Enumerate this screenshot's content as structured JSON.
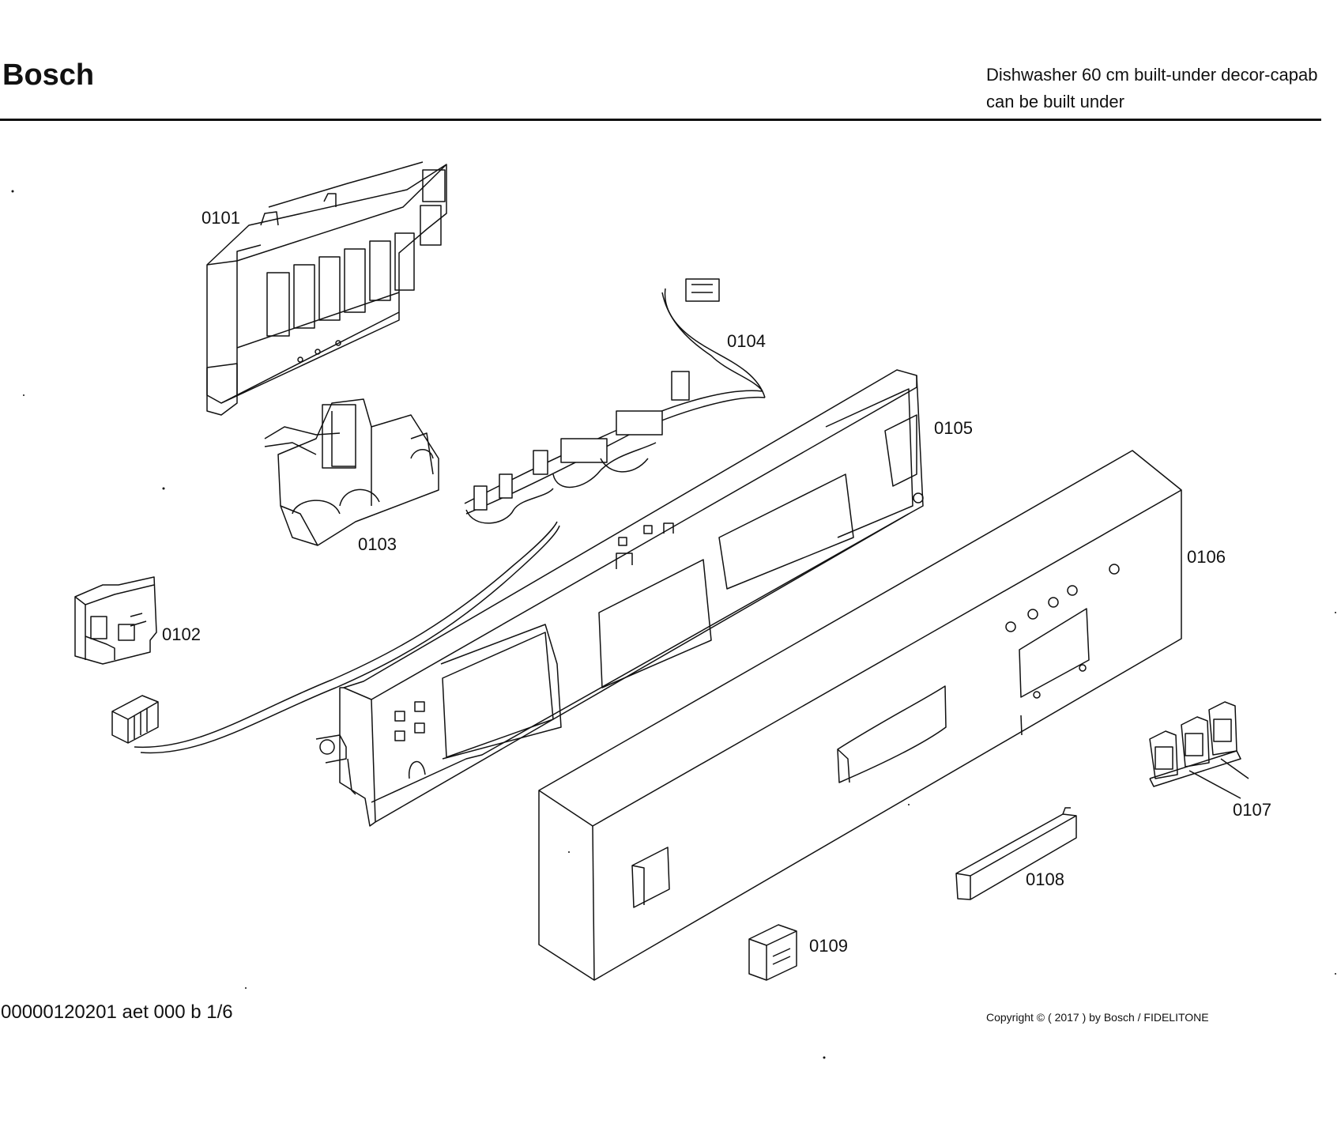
{
  "header": {
    "brand": "Bosch",
    "title_line1": "Dishwasher 60 cm built-under decor-capab",
    "title_line2": "can be built under"
  },
  "diagram": {
    "parts": [
      {
        "id": "0101",
        "label": "0101"
      },
      {
        "id": "0102",
        "label": "0102"
      },
      {
        "id": "0103",
        "label": "0103"
      },
      {
        "id": "0104",
        "label": "0104"
      },
      {
        "id": "0105",
        "label": "0105"
      },
      {
        "id": "0106",
        "label": "0106"
      },
      {
        "id": "0107",
        "label": "0107"
      },
      {
        "id": "0108",
        "label": "0108"
      },
      {
        "id": "0109",
        "label": "0109"
      }
    ]
  },
  "footer": {
    "doc_id": "00000120201 aet 000 b 1/6",
    "copyright": "Copyright © ( 2017 ) by Bosch  / FIDELITONE"
  }
}
